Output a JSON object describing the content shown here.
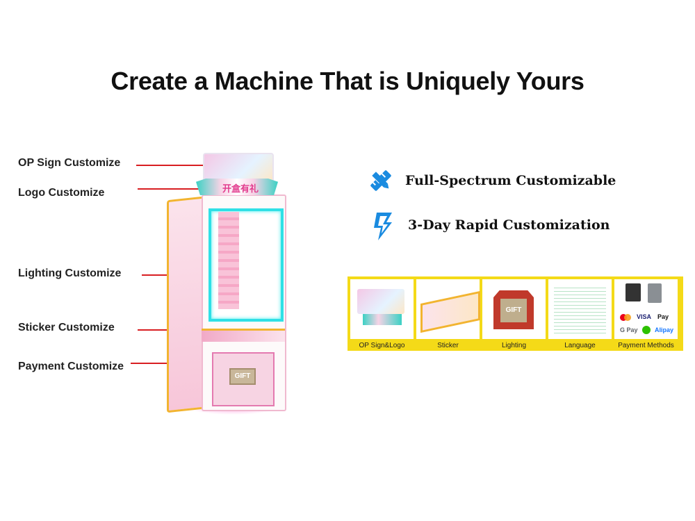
{
  "title": "Create a Machine That is Uniquely Yours",
  "callouts": [
    "OP Sign Customize",
    "Logo Customize",
    "Lighting Customize",
    "Sticker Customize",
    "Payment Customize"
  ],
  "machine": {
    "logo_text": "开盒有礼",
    "gift_text": "GIFT"
  },
  "features": [
    {
      "icon": "ruler-pencil-icon",
      "label": "Full-Spectrum Customizable"
    },
    {
      "icon": "lightning-bolt-icon",
      "label": "3-Day Rapid Customization"
    }
  ],
  "strip": {
    "items": [
      "OP Sign&Logo",
      "Sticker",
      "Lighting",
      "Language",
      "Payment Methods"
    ],
    "gift_text": "GIFT",
    "payment_logos": [
      "VISA",
      "Pay",
      "G Pay",
      "Alipay"
    ]
  },
  "colors": {
    "accent_blue": "#1a8be0",
    "leader_red": "#d81e22",
    "strip_yellow": "#f4da18"
  }
}
